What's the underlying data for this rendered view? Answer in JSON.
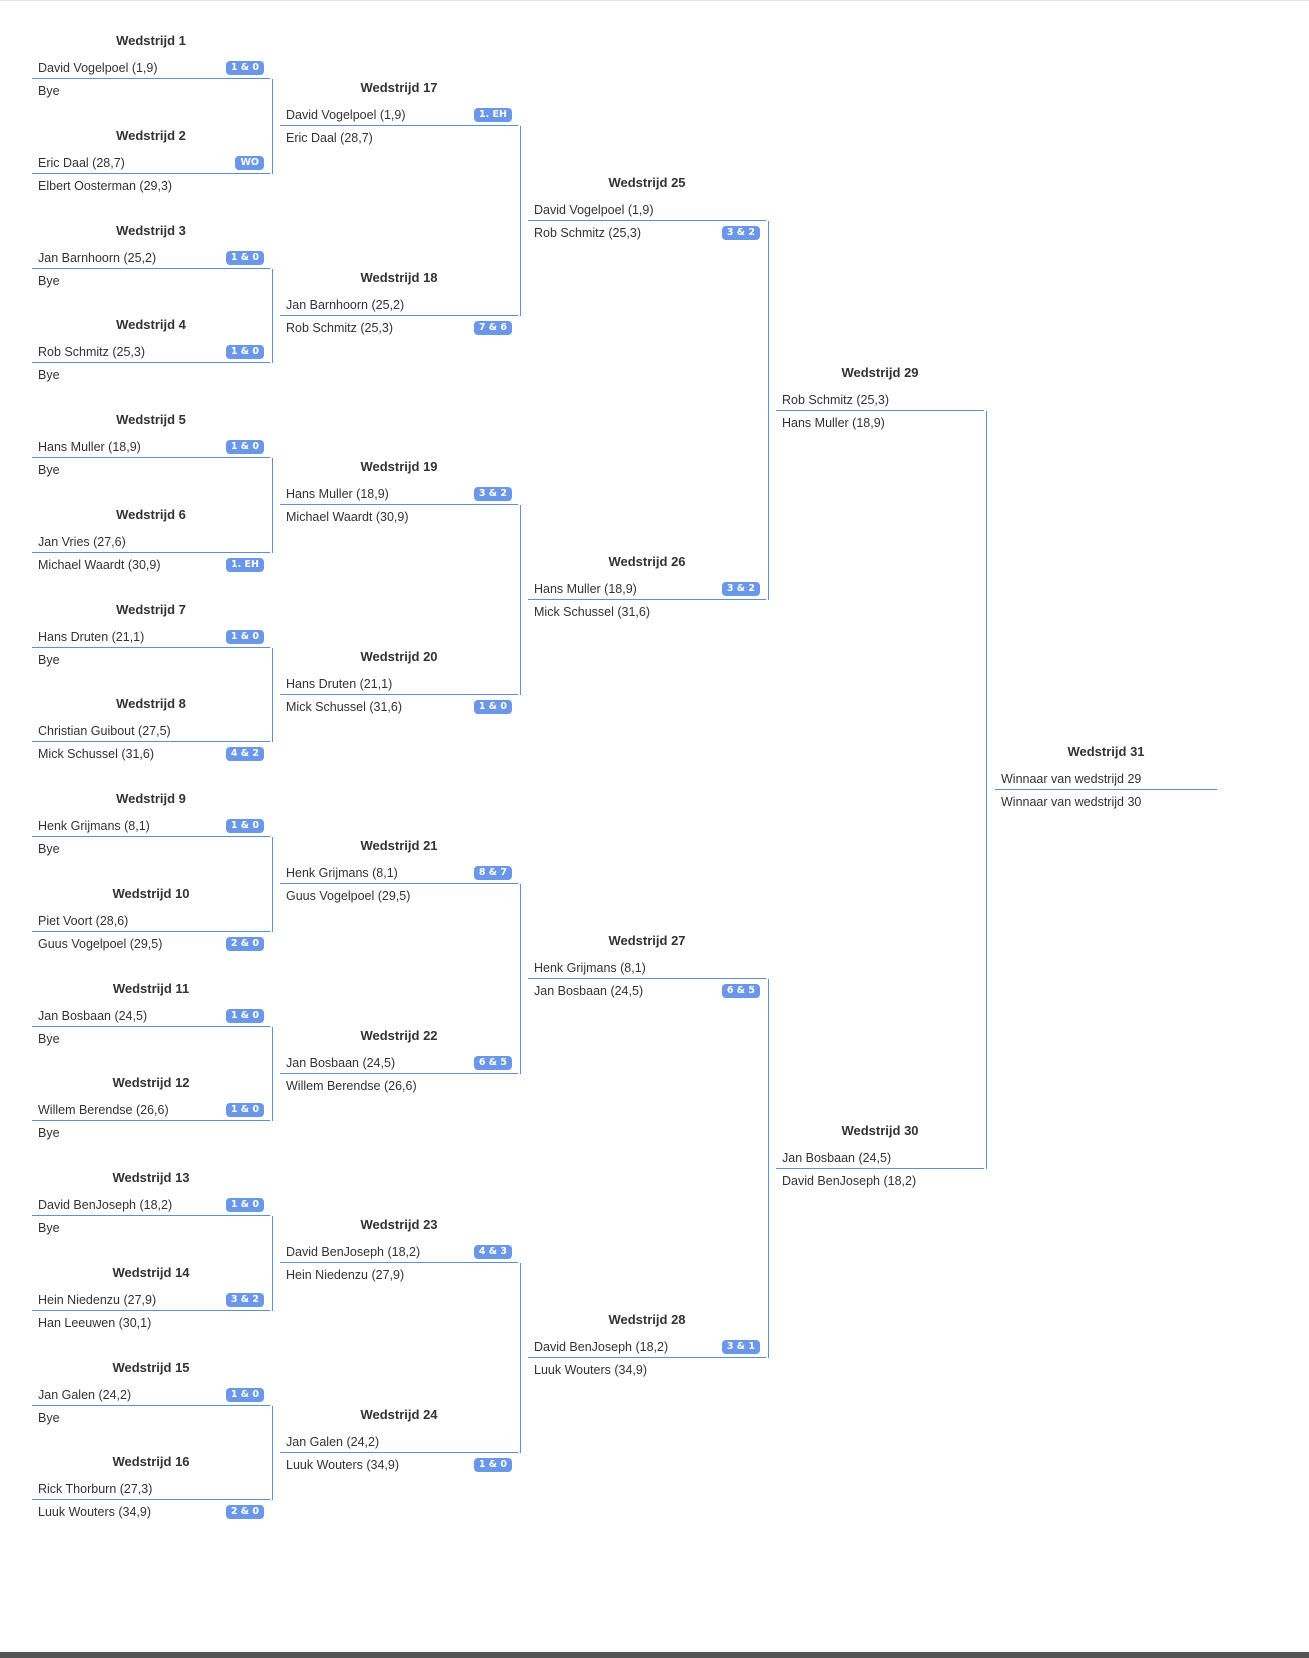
{
  "colors": {
    "badge": "#6a97e8",
    "connector": "#5b8fd6",
    "text": "#333333"
  },
  "matches": [
    {
      "title": "Wedstrijd 1",
      "p1": "David Vogelpoel (1,9)",
      "p2": "Bye",
      "score": "1 & 0",
      "winner": 1
    },
    {
      "title": "Wedstrijd 2",
      "p1": "Eric Daal (28,7)",
      "p2": "Elbert Oosterman (29,3)",
      "score": "WO",
      "winner": 1
    },
    {
      "title": "Wedstrijd 3",
      "p1": "Jan Barnhoorn (25,2)",
      "p2": "Bye",
      "score": "1 & 0",
      "winner": 1
    },
    {
      "title": "Wedstrijd 4",
      "p1": "Rob Schmitz (25,3)",
      "p2": "Bye",
      "score": "1 & 0",
      "winner": 1
    },
    {
      "title": "Wedstrijd 5",
      "p1": "Hans Muller (18,9)",
      "p2": "Bye",
      "score": "1 & 0",
      "winner": 1
    },
    {
      "title": "Wedstrijd 6",
      "p1": "Jan Vries (27,6)",
      "p2": "Michael Waardt (30,9)",
      "score": "1. EH",
      "winner": 2
    },
    {
      "title": "Wedstrijd 7",
      "p1": "Hans Druten (21,1)",
      "p2": "Bye",
      "score": "1 & 0",
      "winner": 1
    },
    {
      "title": "Wedstrijd 8",
      "p1": "Christian Guibout (27,5)",
      "p2": "Mick Schussel (31,6)",
      "score": "4 & 2",
      "winner": 2
    },
    {
      "title": "Wedstrijd 9",
      "p1": "Henk Grijmans (8,1)",
      "p2": "Bye",
      "score": "1 & 0",
      "winner": 1
    },
    {
      "title": "Wedstrijd 10",
      "p1": "Piet Voort (28,6)",
      "p2": "Guus Vogelpoel (29,5)",
      "score": "2 & 0",
      "winner": 2
    },
    {
      "title": "Wedstrijd 11",
      "p1": "Jan Bosbaan (24,5)",
      "p2": "Bye",
      "score": "1 & 0",
      "winner": 1
    },
    {
      "title": "Wedstrijd 12",
      "p1": "Willem Berendse (26,6)",
      "p2": "Bye",
      "score": "1 & 0",
      "winner": 1
    },
    {
      "title": "Wedstrijd 13",
      "p1": "David BenJoseph (18,2)",
      "p2": "Bye",
      "score": "1 & 0",
      "winner": 1
    },
    {
      "title": "Wedstrijd 14",
      "p1": "Hein Niedenzu (27,9)",
      "p2": "Han Leeuwen (30,1)",
      "score": "3 & 2",
      "winner": 1
    },
    {
      "title": "Wedstrijd 15",
      "p1": "Jan Galen (24,2)",
      "p2": "Bye",
      "score": "1 & 0",
      "winner": 1
    },
    {
      "title": "Wedstrijd 16",
      "p1": "Rick Thorburn (27,3)",
      "p2": "Luuk Wouters (34,9)",
      "score": "2 & 0",
      "winner": 2
    },
    {
      "title": "Wedstrijd 17",
      "p1": "David Vogelpoel (1,9)",
      "p2": "Eric Daal (28,7)",
      "score": "1. EH",
      "winner": 1
    },
    {
      "title": "Wedstrijd 18",
      "p1": "Jan Barnhoorn (25,2)",
      "p2": "Rob Schmitz (25,3)",
      "score": "7 & 6",
      "winner": 2
    },
    {
      "title": "Wedstrijd 19",
      "p1": "Hans Muller (18,9)",
      "p2": "Michael Waardt (30,9)",
      "score": "3 & 2",
      "winner": 1
    },
    {
      "title": "Wedstrijd 20",
      "p1": "Hans Druten (21,1)",
      "p2": "Mick Schussel (31,6)",
      "score": "1 & 0",
      "winner": 2
    },
    {
      "title": "Wedstrijd 21",
      "p1": "Henk Grijmans (8,1)",
      "p2": "Guus Vogelpoel (29,5)",
      "score": "8 & 7",
      "winner": 1
    },
    {
      "title": "Wedstrijd 22",
      "p1": "Jan Bosbaan (24,5)",
      "p2": "Willem Berendse (26,6)",
      "score": "6 & 5",
      "winner": 1
    },
    {
      "title": "Wedstrijd 23",
      "p1": "David BenJoseph (18,2)",
      "p2": "Hein Niedenzu (27,9)",
      "score": "4 & 3",
      "winner": 1
    },
    {
      "title": "Wedstrijd 24",
      "p1": "Jan Galen (24,2)",
      "p2": "Luuk Wouters (34,9)",
      "score": "1 & 0",
      "winner": 2
    },
    {
      "title": "Wedstrijd 25",
      "p1": "David Vogelpoel (1,9)",
      "p2": "Rob Schmitz (25,3)",
      "score": "3 & 2",
      "winner": 2
    },
    {
      "title": "Wedstrijd 26",
      "p1": "Hans Muller (18,9)",
      "p2": "Mick Schussel (31,6)",
      "score": "3 & 2",
      "winner": 1
    },
    {
      "title": "Wedstrijd 27",
      "p1": "Henk Grijmans (8,1)",
      "p2": "Jan Bosbaan (24,5)",
      "score": "6 & 5",
      "winner": 2
    },
    {
      "title": "Wedstrijd 28",
      "p1": "David BenJoseph (18,2)",
      "p2": "Luuk Wouters (34,9)",
      "score": "3 & 1",
      "winner": 1
    },
    {
      "title": "Wedstrijd 29",
      "p1": "Rob Schmitz (25,3)",
      "p2": "Hans Muller (18,9)",
      "score": "",
      "winner": 0
    },
    {
      "title": "Wedstrijd 30",
      "p1": "Jan Bosbaan (24,5)",
      "p2": "David BenJoseph (18,2)",
      "score": "",
      "winner": 0
    },
    {
      "title": "Wedstrijd 31",
      "p1": "Winnaar van wedstrijd 29",
      "p2": "Winnaar van wedstrijd 30",
      "score": "",
      "winner": 0
    }
  ]
}
